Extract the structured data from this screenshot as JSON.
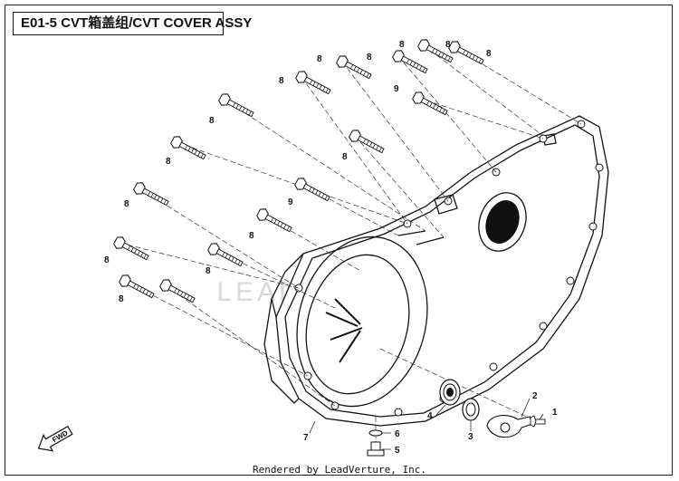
{
  "title": "E01-5 CVT箱盖组/CVT COVER ASSY",
  "watermark": "LEADVERTURE",
  "footer": "Rendered by LeadVerture, Inc.",
  "fwd_label": "FWD",
  "callouts": {
    "b1": "8",
    "b2": "8",
    "b3": "8",
    "b4": "8",
    "b5": "8",
    "b6": "9",
    "b7": "8",
    "b8": "8",
    "b9": "8",
    "b10": "8",
    "b11": "9",
    "b12": "8",
    "b13": "8",
    "b14": "8",
    "b15": "8",
    "b16": "8",
    "p1": "1",
    "p2": "2",
    "p3": "3",
    "p4": "4",
    "p5": "5",
    "p6": "6",
    "p7": "7"
  }
}
